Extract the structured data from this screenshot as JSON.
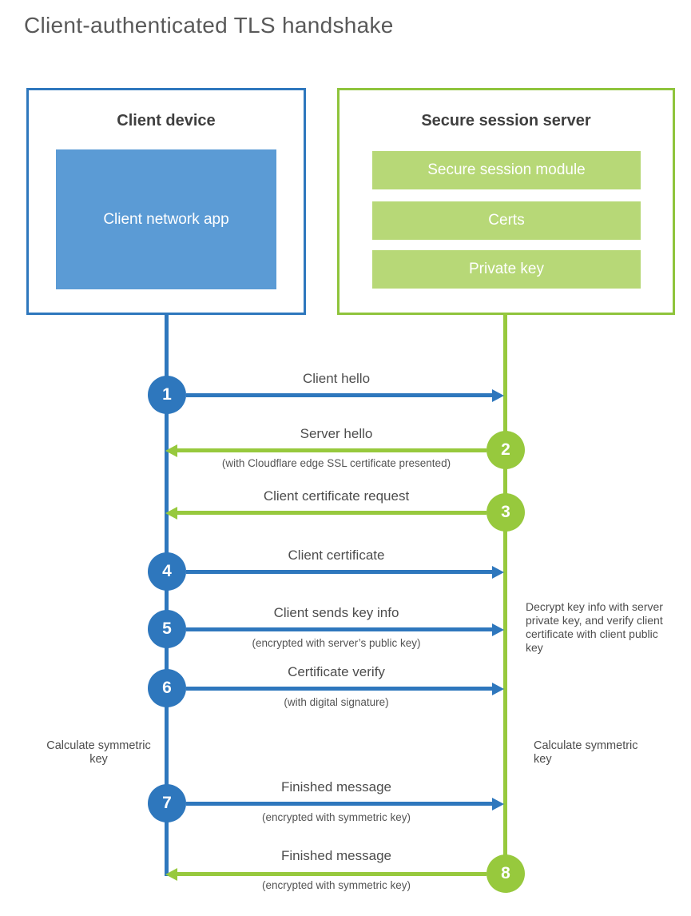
{
  "page": {
    "title": "Client-authenticated TLS handshake"
  },
  "colors": {
    "client_blue": "#2e77bd",
    "client_fill_blue": "#5b9bd5",
    "server_green": "#97c93d",
    "server_fill_green": "#b7d877",
    "heading_text": "#3f3f3f",
    "label_text": "#4d4d4d"
  },
  "client_box": {
    "title": "Client device",
    "app_label": "Client network app"
  },
  "server_box": {
    "title": "Secure session server",
    "modules": [
      "Secure session module",
      "Certs",
      "Private key"
    ]
  },
  "steps": [
    {
      "num": "1",
      "actor": "client",
      "direction": "right",
      "label": "Client hello",
      "sublabel": ""
    },
    {
      "num": "2",
      "actor": "server",
      "direction": "left",
      "label": "Server hello",
      "sublabel": "(with Cloudflare edge SSL certificate presented)"
    },
    {
      "num": "3",
      "actor": "server",
      "direction": "left",
      "label": "Client certificate request",
      "sublabel": ""
    },
    {
      "num": "4",
      "actor": "client",
      "direction": "right",
      "label": "Client certificate",
      "sublabel": ""
    },
    {
      "num": "5",
      "actor": "client",
      "direction": "right",
      "label": "Client sends key info",
      "sublabel": "(encrypted with server’s public key)"
    },
    {
      "num": "6",
      "actor": "client",
      "direction": "right",
      "label": "Certificate verify",
      "sublabel": "(with digital signature)"
    },
    {
      "num": "7",
      "actor": "client",
      "direction": "right",
      "label": "Finished message",
      "sublabel": "(encrypted with symmetric key)"
    },
    {
      "num": "8",
      "actor": "server",
      "direction": "left",
      "label": "Finished message",
      "sublabel": "(encrypted with symmetric key)"
    }
  ],
  "annotations": {
    "decrypt_note": "Decrypt key info with server private key, and verify client certificate with client public key",
    "calculate_left": "Calculate symmetric key",
    "calculate_right": "Calculate symmetric key"
  }
}
